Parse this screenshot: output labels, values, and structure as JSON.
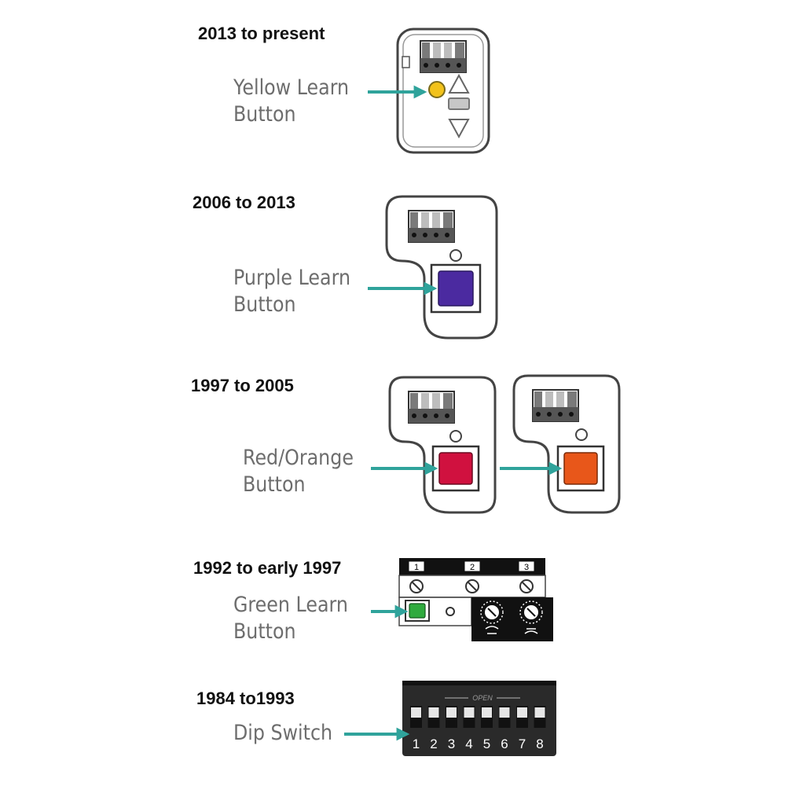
{
  "sections": [
    {
      "title": "2013 to present",
      "label_lines": [
        "Yellow Learn",
        "Button"
      ],
      "button_color": "#f2c21b"
    },
    {
      "title": "2006 to 2013",
      "label_lines": [
        "Purple Learn",
        "Button"
      ],
      "button_color": "#4b2aa0"
    },
    {
      "title": "1997 to 2005",
      "label_lines": [
        "Red/Orange",
        "Button"
      ],
      "button_colors": [
        "#d0113f",
        "#e8571a"
      ]
    },
    {
      "title": "1992 to early 1997",
      "label_lines": [
        "Green Learn",
        "Button"
      ],
      "button_color": "#2faa3e",
      "panel_numbers": [
        "1",
        "2",
        "3"
      ]
    },
    {
      "title": "1984 to1993",
      "label_lines": [
        "Dip Switch"
      ],
      "switch_header": "OPEN",
      "switch_numbers": [
        "1",
        "2",
        "3",
        "4",
        "5",
        "6",
        "7",
        "8"
      ]
    }
  ],
  "colors": {
    "arrow": "#2fa39b",
    "outline": "#444444"
  }
}
